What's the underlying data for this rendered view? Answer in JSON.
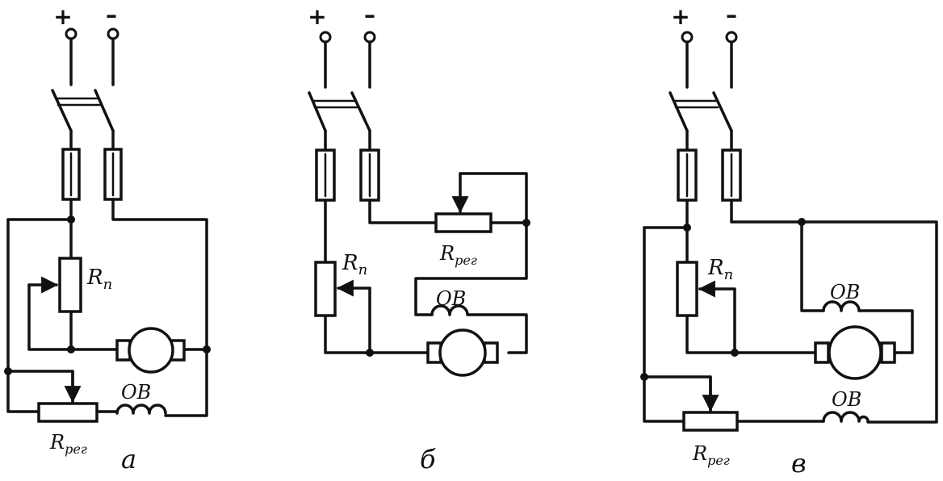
{
  "colors": {
    "ink": "#111111",
    "paper": "#ffffff"
  },
  "diagrams": [
    {
      "id": "a",
      "caption": "а",
      "plus": "+",
      "minus": "–",
      "rp": {
        "main": "R",
        "sub": "п"
      },
      "rreg": {
        "main": "R",
        "sub": "рег"
      },
      "ov": "ОВ"
    },
    {
      "id": "b",
      "caption": "б",
      "plus": "+",
      "minus": "–",
      "rp": {
        "main": "R",
        "sub": "п"
      },
      "rreg": {
        "main": "R",
        "sub": "рег"
      },
      "ov": "ОВ"
    },
    {
      "id": "v",
      "caption": "в",
      "plus": "+",
      "minus": "–",
      "rp": {
        "main": "R",
        "sub": "п"
      },
      "rreg": {
        "main": "R",
        "sub": "рег"
      },
      "ov1": "ОВ",
      "ov2": "ОВ"
    }
  ]
}
